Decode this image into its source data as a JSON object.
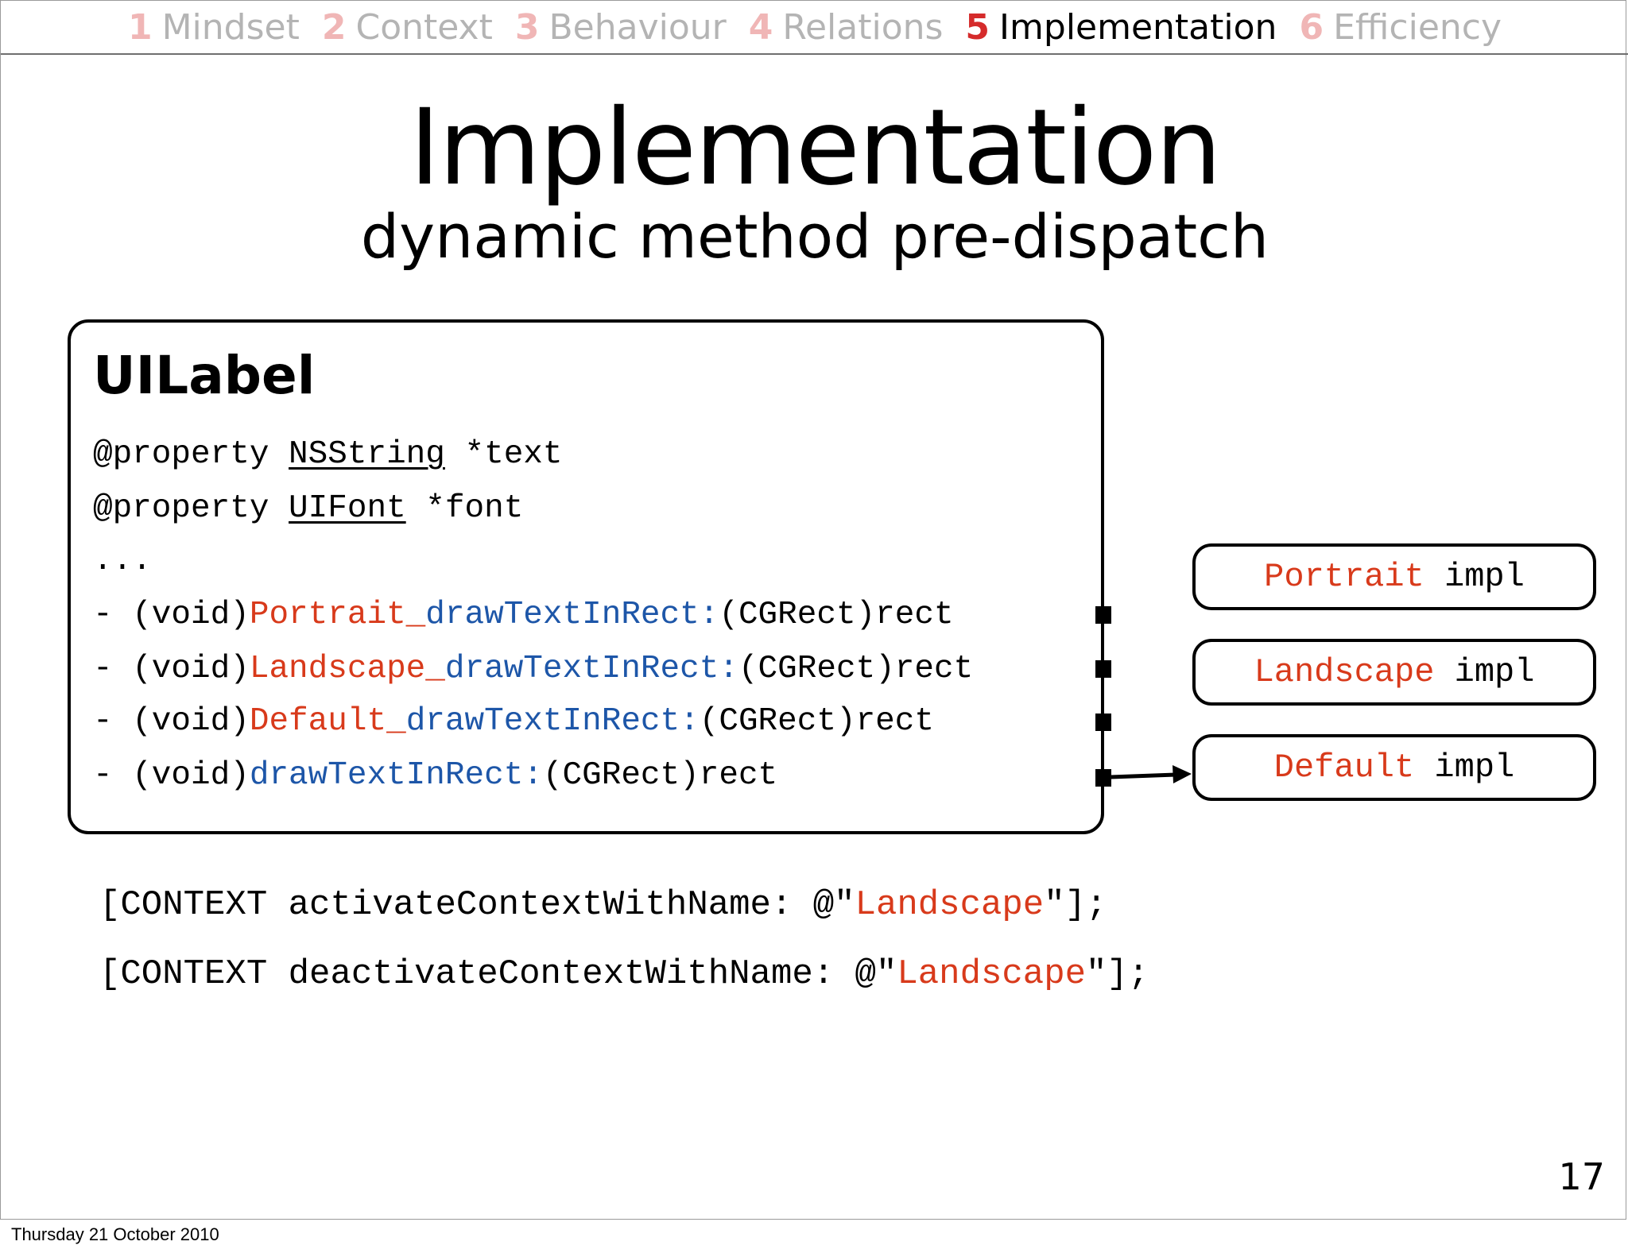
{
  "nav": {
    "items": [
      {
        "number": "1",
        "label": "Mindset",
        "active": false
      },
      {
        "number": "2",
        "label": "Context",
        "active": false
      },
      {
        "number": "3",
        "label": "Behaviour",
        "active": false
      },
      {
        "number": "4",
        "label": "Relations",
        "active": false
      },
      {
        "number": "5",
        "label": "Implementation",
        "active": true
      },
      {
        "number": "6",
        "label": "Efficiency",
        "active": false
      }
    ]
  },
  "slide": {
    "title": "Implementation",
    "subtitle": "dynamic method pre-dispatch",
    "page_number": "17"
  },
  "class_box": {
    "name": "UILabel",
    "properties": [
      {
        "prefix": "@property ",
        "type": "NSString",
        "name": " *text"
      },
      {
        "prefix": "@property ",
        "type": "UIFont",
        "name": " *font"
      }
    ],
    "ellipsis": "...",
    "methods": [
      {
        "prefix": "- (void)",
        "context": "Portrait_",
        "selector": "drawTextInRect:",
        "params": "(CGRect)rect"
      },
      {
        "prefix": "- (void)",
        "context": "Landscape_",
        "selector": "drawTextInRect:",
        "params": "(CGRect)rect"
      },
      {
        "prefix": "- (void)",
        "context": "Default_",
        "selector": "drawTextInRect:",
        "params": "(CGRect)rect"
      },
      {
        "prefix": "- (void)",
        "context": "",
        "selector": "drawTextInRect:",
        "params": "(CGRect)rect"
      }
    ]
  },
  "impls": [
    {
      "context": "Portrait",
      "suffix": " impl"
    },
    {
      "context": "Landscape",
      "suffix": " impl"
    },
    {
      "context": "Default",
      "suffix": " impl"
    }
  ],
  "calls": [
    {
      "prefix": "[CONTEXT activateContextWithName: @\"",
      "arg": "Landscape",
      "suffix": "\"];"
    },
    {
      "prefix": "[CONTEXT deactivateContextWithName: @\"",
      "arg": "Landscape",
      "suffix": "\"];"
    }
  ],
  "footer": {
    "date": "Thursday 21 October 2010"
  },
  "colors": {
    "context_red": "#d83a1b",
    "selector_blue": "#1d56a8",
    "active_nav_red": "#d52b2b"
  }
}
